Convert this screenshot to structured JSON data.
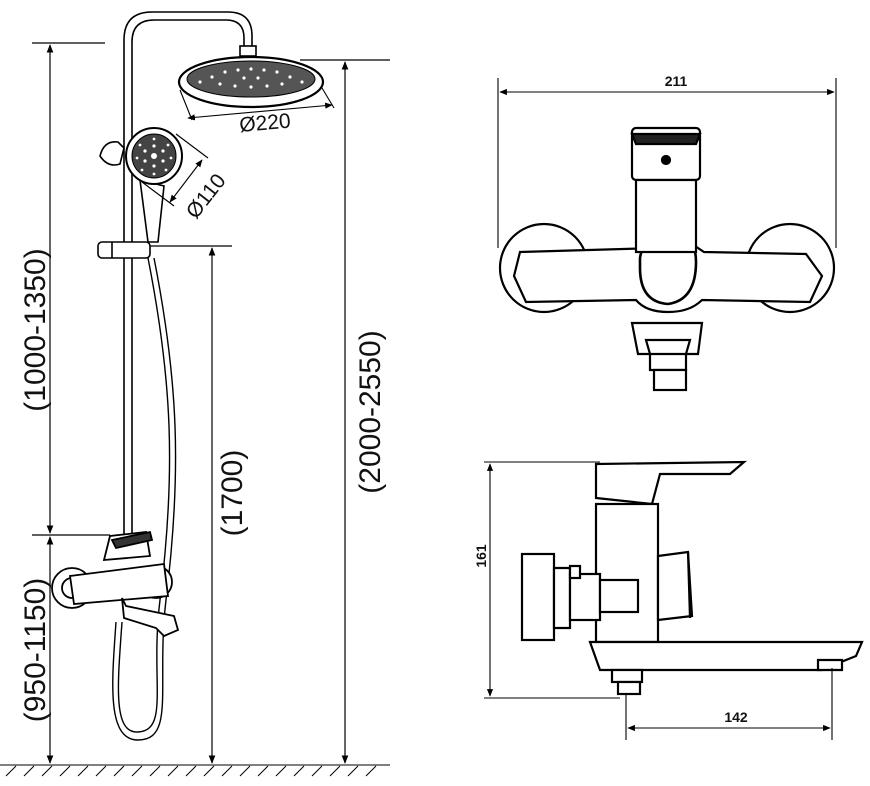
{
  "dimensions": {
    "upper_range": "(1000-1350)",
    "lower_range": "(950-1150)",
    "slider_height": "(1700)",
    "total_height": "(2000-2550)",
    "head_diameter": "Ø220",
    "hand_diameter": "Ø110",
    "top_width": "211",
    "side_height": "161",
    "spout_length": "142"
  }
}
